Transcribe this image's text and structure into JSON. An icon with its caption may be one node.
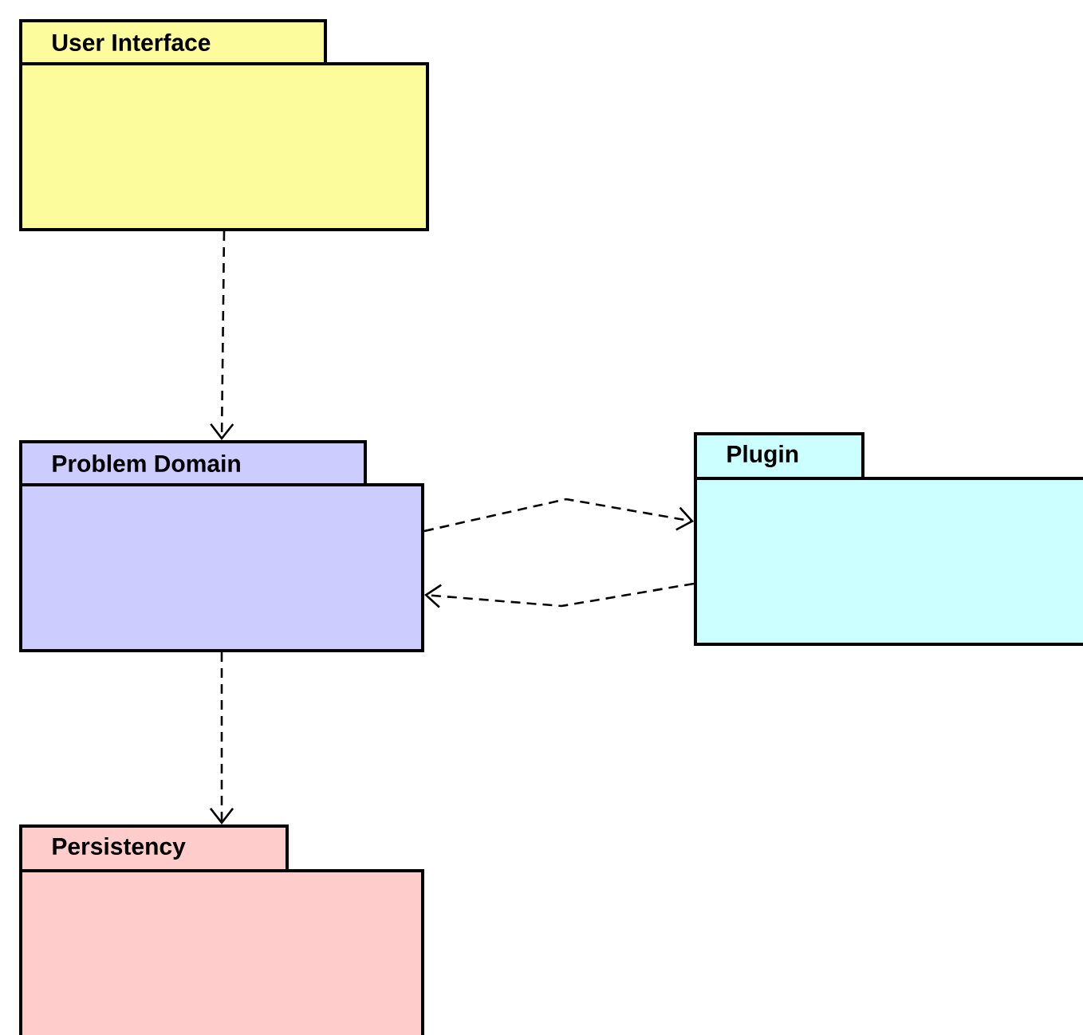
{
  "diagram": {
    "nodes": [
      {
        "text": [
          "User Interface"
        ]
      },
      {
        "text": [
          "Problem Domain"
        ]
      },
      {
        "text": [
          "Plugin"
        ]
      },
      {
        "text": [
          "Persistency"
        ]
      }
    ],
    "edges": [
      {
        "from": 0,
        "to": 1,
        "arrow": "to",
        "style": "dashed"
      },
      {
        "from": 1,
        "to": 2,
        "arrow": "to",
        "style": "dashed"
      },
      {
        "from": 2,
        "to": 1,
        "arrow": "to",
        "style": "dashed"
      },
      {
        "from": 1,
        "to": 3,
        "arrow": "to",
        "style": "dashed"
      }
    ]
  }
}
